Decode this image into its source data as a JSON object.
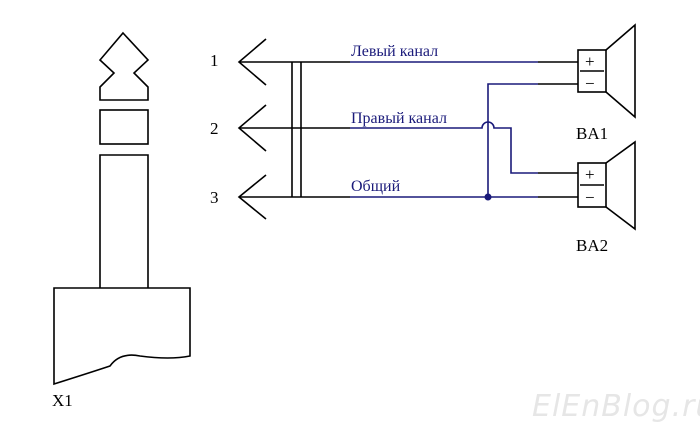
{
  "diagram": {
    "pins": [
      "1",
      "2",
      "3"
    ],
    "wires": {
      "left": "Левый канал",
      "right": "Правый канал",
      "common": "Общий"
    },
    "speakers": {
      "ba1": "BA1",
      "ba2": "BA2",
      "plus": "+",
      "minus": "−"
    },
    "plug": "X1"
  },
  "watermark": "ElEnBlog.ru",
  "colors": {
    "line": "#000000",
    "wire": "#1a1a7a",
    "watermark": "#e6e6e6"
  }
}
